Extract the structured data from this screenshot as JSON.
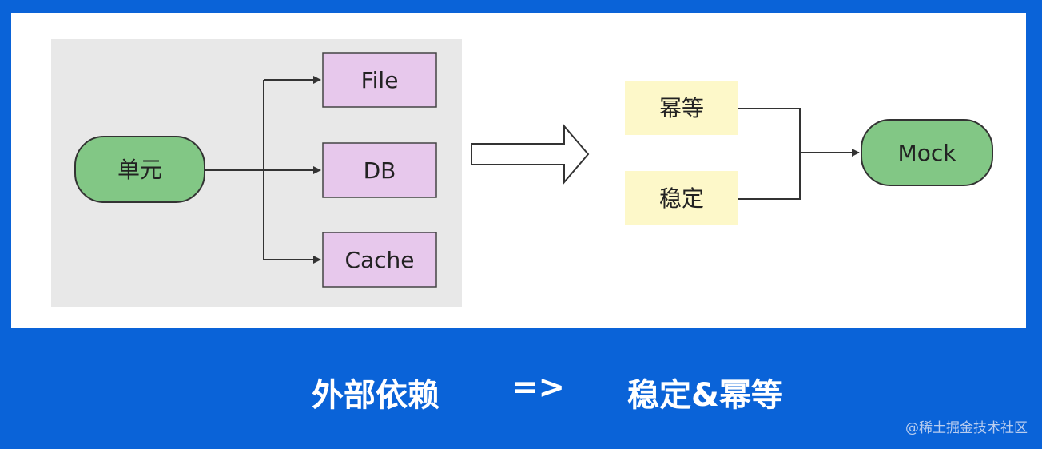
{
  "diagram": {
    "left_panel": {
      "source": {
        "label": "单元",
        "color": "#82c785"
      },
      "targets": [
        {
          "id": "file",
          "label": "File"
        },
        {
          "id": "db",
          "label": "DB"
        },
        {
          "id": "cache",
          "label": "Cache"
        }
      ],
      "target_color": "#e7c8ec",
      "panel_color": "#e8e8e8"
    },
    "right_panel": {
      "properties": [
        {
          "id": "idempotent",
          "label": "幂等"
        },
        {
          "id": "stable",
          "label": "稳定"
        }
      ],
      "property_color": "#fdf8c9",
      "result": {
        "label": "Mock",
        "color": "#82c785"
      }
    }
  },
  "caption": {
    "left": "外部依赖",
    "arrow": "=>",
    "right": "稳定&幂等"
  },
  "watermark": "@稀土掘金技术社区",
  "colors": {
    "background": "#0a63d8",
    "slide": "#ffffff",
    "line": "#333333"
  }
}
